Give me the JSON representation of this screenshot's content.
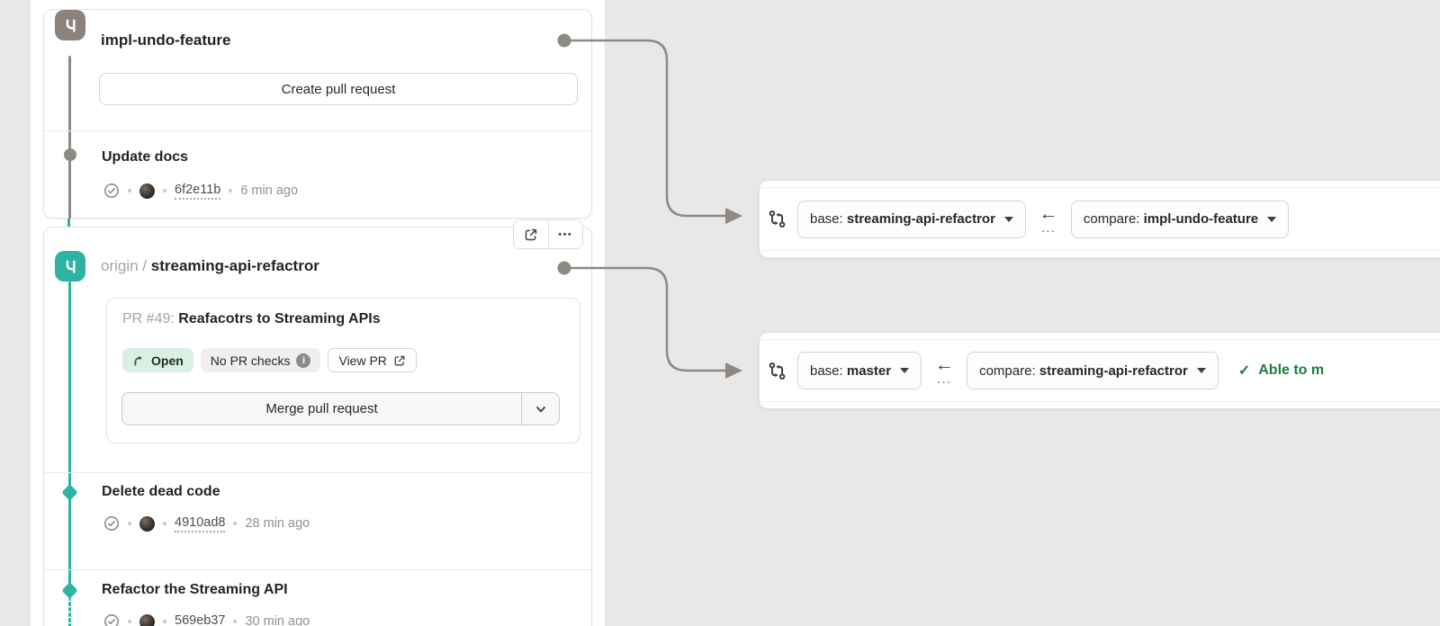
{
  "branch_panel": {
    "branches": [
      {
        "name": "impl-undo-feature",
        "create_pr_label": "Create pull request",
        "commits": [
          {
            "title": "Update docs",
            "hash": "6f2e11b",
            "time": "6 min ago"
          }
        ]
      },
      {
        "remote": "origin /",
        "name": "streaming-api-refactror",
        "pr": {
          "number_label": "PR #49:",
          "title": "Reafacotrs to Streaming APIs",
          "open_label": "Open",
          "checks_label": "No PR checks",
          "view_pr_label": "View PR",
          "merge_label": "Merge pull request"
        },
        "commits": [
          {
            "title": "Delete dead code",
            "hash": "4910ad8",
            "time": "28 min ago"
          },
          {
            "title": "Refactor the Streaming API",
            "hash": "569eb37",
            "time": "30 min ago"
          }
        ]
      }
    ]
  },
  "compare_bars": [
    {
      "base_label": "base:",
      "base_branch": "streaming-api-refactror",
      "compare_label": "compare:",
      "compare_branch": "impl-undo-feature"
    },
    {
      "base_label": "base:",
      "base_branch": "master",
      "compare_label": "compare:",
      "compare_branch": "streaming-api-refactror",
      "merge_status": "Able to m"
    }
  ],
  "glyphs": {
    "ellipsis": "•••",
    "back_arrow": "←",
    "more_dots": "…",
    "check": "✓",
    "info": "i"
  },
  "colors": {
    "teal_accent": "#2eb3a3",
    "branch_gray": "#8a827c",
    "connector_gray": "#8d8a86",
    "success_green": "#1a7f37",
    "open_badge_bg": "#d9f0e2"
  }
}
